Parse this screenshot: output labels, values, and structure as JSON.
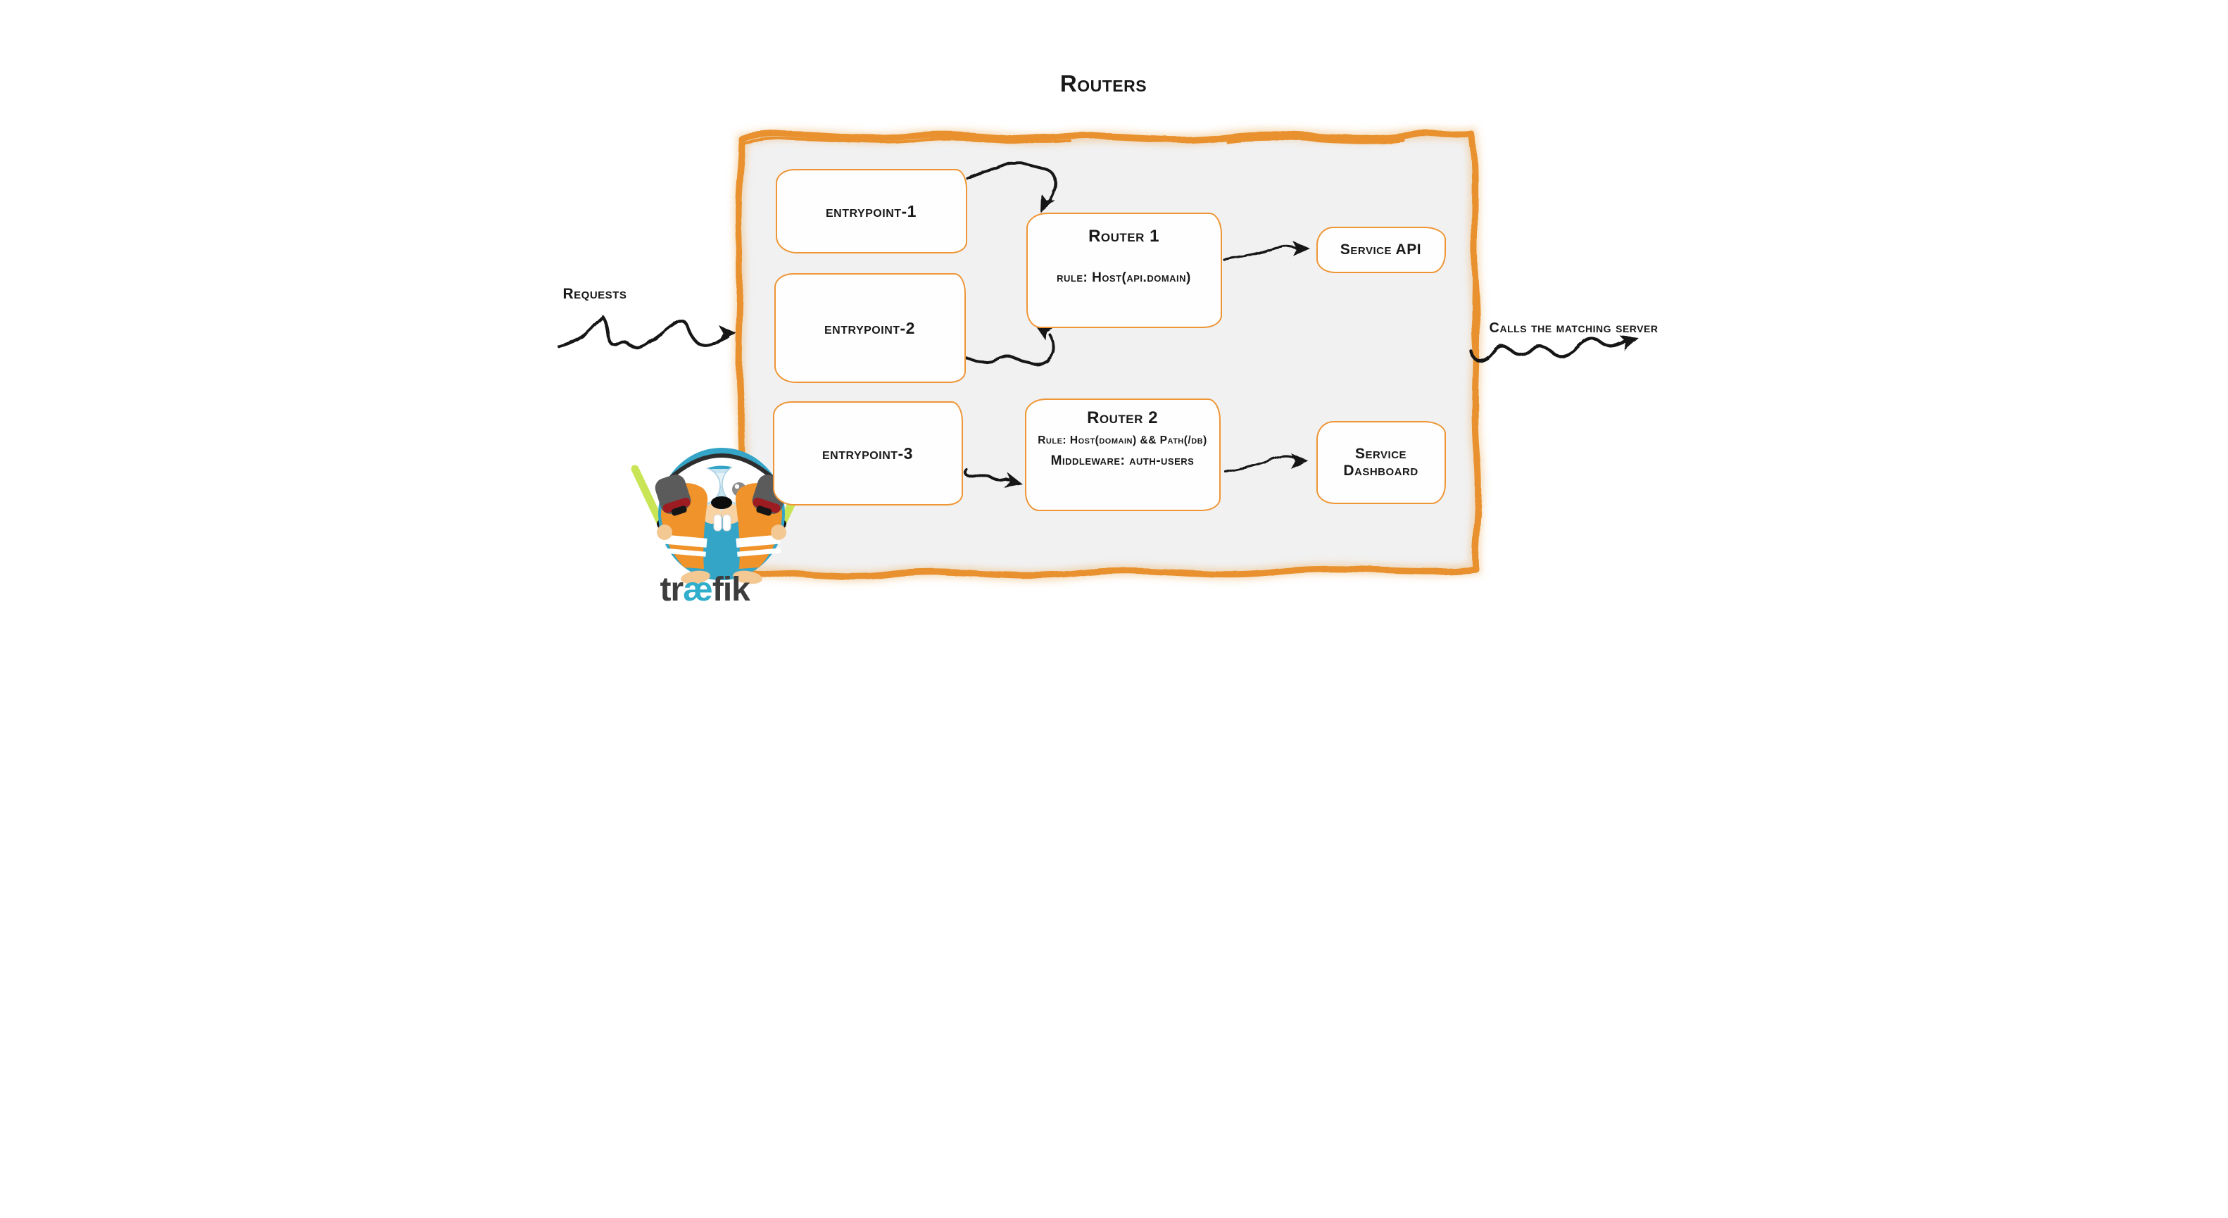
{
  "title": "Routers",
  "outside": {
    "requests_label": "Requests",
    "calls_label": "Calls the matching server"
  },
  "entrypoints": [
    {
      "label": "entrypoint-1"
    },
    {
      "label": "entrypoint-2"
    },
    {
      "label": "entrypoint-3"
    }
  ],
  "routers": [
    {
      "name": "Router 1",
      "rule": "rule: Host(api.domain)"
    },
    {
      "name": "Router 2",
      "rule": "Rule: Host(domain) && Path(/db)",
      "middleware": "Middleware: auth-users"
    }
  ],
  "services": [
    {
      "label": "Service API"
    },
    {
      "label": "Service Dashboard"
    }
  ],
  "logo": {
    "prefix": "tr",
    "ae": "æ",
    "suffix": "fik"
  },
  "colors": {
    "accent_orange": "#e8912d",
    "box_border_orange": "#ee9636",
    "container_fill": "#f1f1f2",
    "ink_black": "#191919",
    "logo_teal": "#31aecb",
    "logo_charcoal": "#3d3d3d",
    "gopher_blue": "#35a5c7",
    "vest_orange": "#f0932b",
    "stick_green": "#c9e455"
  }
}
